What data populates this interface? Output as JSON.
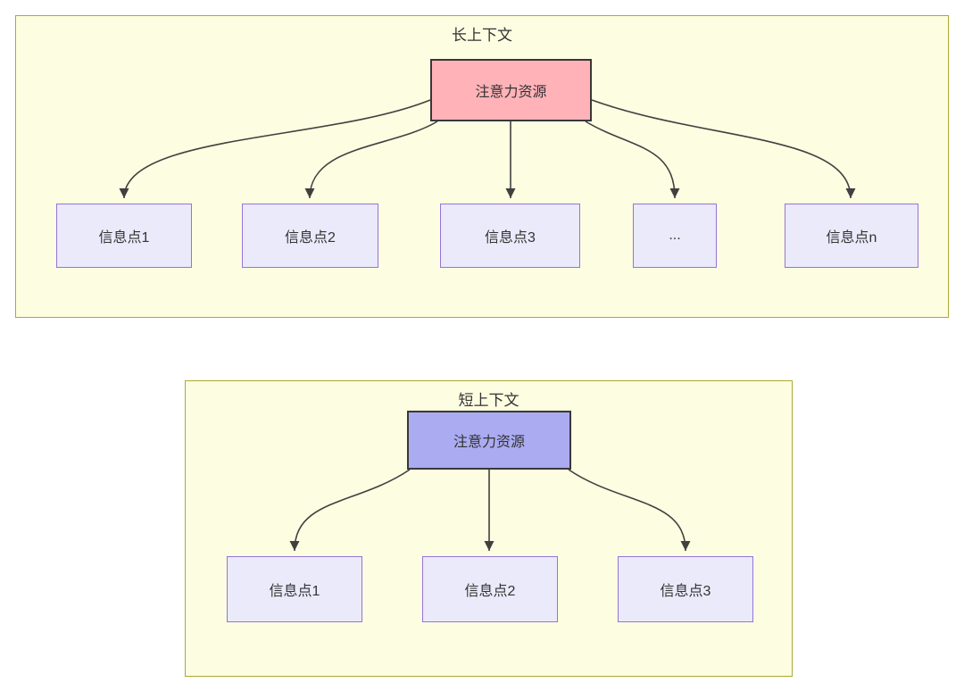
{
  "diagram": {
    "panels": [
      {
        "id": "long-context",
        "title": "长上下文",
        "root": {
          "label": "注意力资源"
        },
        "children": [
          {
            "label": "信息点1"
          },
          {
            "label": "信息点2"
          },
          {
            "label": "信息点3"
          },
          {
            "label": "..."
          },
          {
            "label": "信息点n"
          }
        ]
      },
      {
        "id": "short-context",
        "title": "短上下文",
        "root": {
          "label": "注意力资源"
        },
        "children": [
          {
            "label": "信息点1"
          },
          {
            "label": "信息点2"
          },
          {
            "label": "信息点3"
          }
        ]
      }
    ],
    "colors": {
      "panel_fill": "#fdfde1",
      "panel_border": "#aaaa33",
      "node_fill": "#eaeafb",
      "node_border": "#9673d9",
      "root_border": "#383838",
      "arrow": "#404040",
      "text": "#333333",
      "long_root_fill": "#ffb3b9",
      "short_root_fill": "#ababf2"
    }
  }
}
